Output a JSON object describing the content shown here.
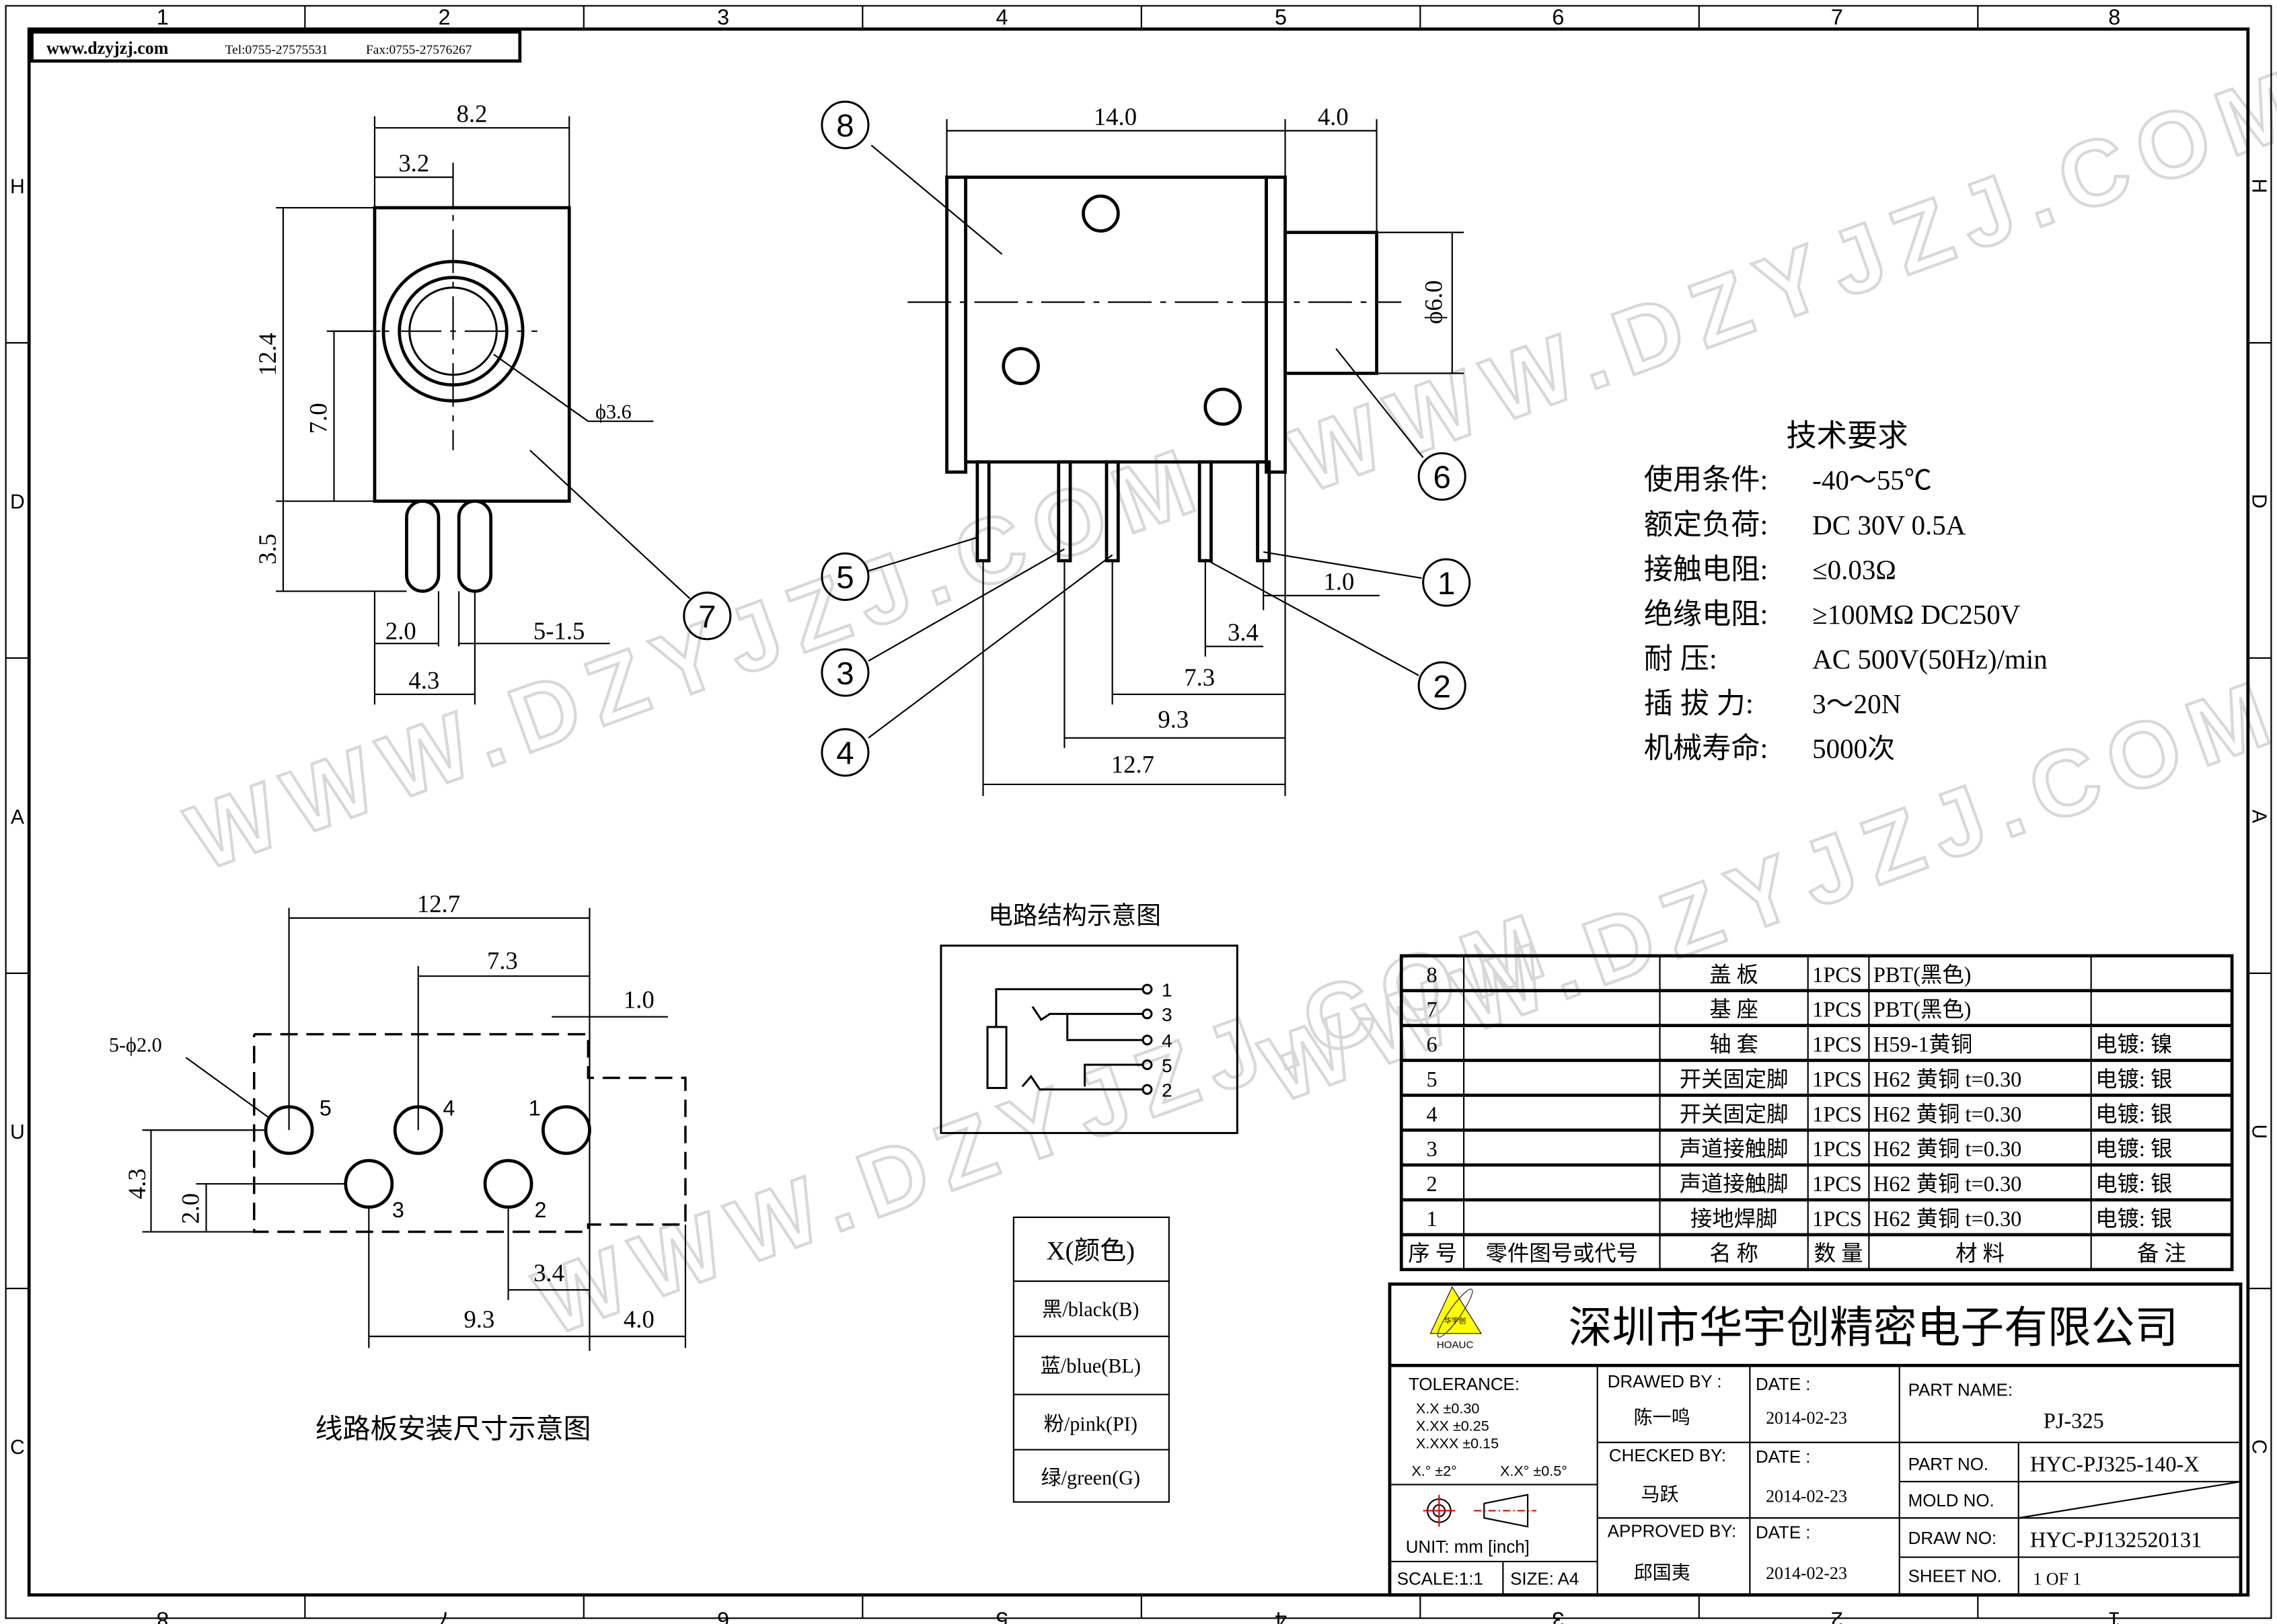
{
  "header": {
    "website": "www.dzyjzj.com",
    "tel": "Tel:0755-27575531",
    "fax": "Fax:0755-27576267"
  },
  "zones": {
    "cols": [
      "1",
      "2",
      "3",
      "4",
      "5",
      "6",
      "7",
      "8"
    ],
    "rows": [
      "H",
      "D",
      "A",
      "U",
      "C"
    ]
  },
  "watermark": "WWW.DZYJZJ.COM",
  "side_view": {
    "dims": {
      "w": "8.2",
      "offset": "3.2",
      "h": "12.4",
      "center": "7.0",
      "pin_len": "3.5",
      "hole": "ϕ3.6",
      "pin_gap": "2.0",
      "pin_w": "5-1.5",
      "pin_span": "4.3"
    },
    "balloon": "7"
  },
  "front_view": {
    "dims": {
      "body": "14.0",
      "sleeve": "4.0",
      "sleeve_dia": "ϕ6.0",
      "p1": "1.0",
      "p2": "3.4",
      "p3": "7.3",
      "p4": "9.3",
      "p5": "12.7"
    },
    "balloons": [
      "8",
      "6",
      "5",
      "3",
      "4",
      "1",
      "2"
    ]
  },
  "tech": {
    "title": "技术要求",
    "lines": [
      {
        "label": "使用条件:",
        "value": "-40～55℃"
      },
      {
        "label": "额定负荷:",
        "value": "DC  30V  0.5A"
      },
      {
        "label": "接触电阻:",
        "value": "≤0.03Ω"
      },
      {
        "label": "绝缘电阻:",
        "value": "≥100MΩ  DC250V"
      },
      {
        "label": "耐    压:",
        "value": "AC  500V(50Hz)/min"
      },
      {
        "label": "插 拔 力:",
        "value": "3～20N"
      },
      {
        "label": "机械寿命:",
        "value": "5000次"
      }
    ]
  },
  "pcb": {
    "dims": {
      "d1": "12.7",
      "d2": "7.3",
      "d3": "1.0",
      "holes": "5-ϕ2.0",
      "v1": "4.3",
      "v2": "2.0",
      "d4": "3.4",
      "d5": "9.3",
      "d6": "4.0"
    },
    "pins": [
      "5",
      "4",
      "1",
      "3",
      "2"
    ],
    "caption": "线路板安装尺寸示意图"
  },
  "circuit": {
    "title": "电路结构示意图",
    "pins": [
      "1",
      "3",
      "4",
      "5",
      "2"
    ]
  },
  "colors": {
    "header": "X(颜色)",
    "items": [
      "黑/black(B)",
      "蓝/blue(BL)",
      "粉/pink(PI)",
      "绿/green(G)"
    ]
  },
  "parts": {
    "header": [
      "序 号",
      "零件图号或代号",
      "名 称",
      "数 量",
      "材    料",
      "备    注"
    ],
    "rows": [
      [
        "8",
        "",
        "盖  板",
        "1PCS",
        "PBT(黑色)",
        ""
      ],
      [
        "7",
        "",
        "基  座",
        "1PCS",
        "PBT(黑色)",
        ""
      ],
      [
        "6",
        "",
        "轴  套",
        "1PCS",
        "H59-1黄铜",
        "电镀: 镍"
      ],
      [
        "5",
        "",
        "开关固定脚",
        "1PCS",
        "H62 黄铜 t=0.30",
        "电镀: 银"
      ],
      [
        "4",
        "",
        "开关固定脚",
        "1PCS",
        "H62 黄铜 t=0.30",
        "电镀: 银"
      ],
      [
        "3",
        "",
        "声道接触脚",
        "1PCS",
        "H62 黄铜 t=0.30",
        "电镀: 银"
      ],
      [
        "2",
        "",
        "声道接触脚",
        "1PCS",
        "H62 黄铜 t=0.30",
        "电镀: 银"
      ],
      [
        "1",
        "",
        "接地焊脚",
        "1PCS",
        "H62 黄铜 t=0.30",
        "电镀: 银"
      ]
    ]
  },
  "title_block": {
    "logo_cn": "华宇创",
    "logo_en": "HOAUC",
    "company": "深圳市华宇创精密电子有限公司",
    "tolerance_label": "TOLERANCE:",
    "tol": [
      "X.X    ±0.30",
      "X.XX   ±0.25",
      "X.XXX ±0.15"
    ],
    "angle1": "X.°  ±2°",
    "angle2": "X.X°  ±0.5°",
    "unit": "UNIT:  mm  [inch]",
    "scale": "SCALE:1:1",
    "size": "SIZE:  A4",
    "drawed_by": "DRAWED  BY :",
    "drawer": "陈一鸣",
    "checked_by": "CHECKED  BY:",
    "checker": "马跃",
    "approved_by": "APPROVED  BY:",
    "approver": "邱国夷",
    "date_label": "DATE  :",
    "date1": "2014-02-23",
    "date2": "2014-02-23",
    "date3": "2014-02-23",
    "part_name_label": "PART  NAME:",
    "part_name": "PJ-325",
    "part_no_label": "PART  NO.",
    "part_no": "HYC-PJ325-140-X",
    "mold_no_label": "MOLD  NO.",
    "draw_no_label": "DRAW  NO:",
    "draw_no": "HYC-PJ132520131",
    "sheet_no_label": "SHEET  NO.",
    "sheet_no": "1  OF  1",
    "accent_red": "#e00000",
    "logo_yellow": "#ffff00"
  }
}
